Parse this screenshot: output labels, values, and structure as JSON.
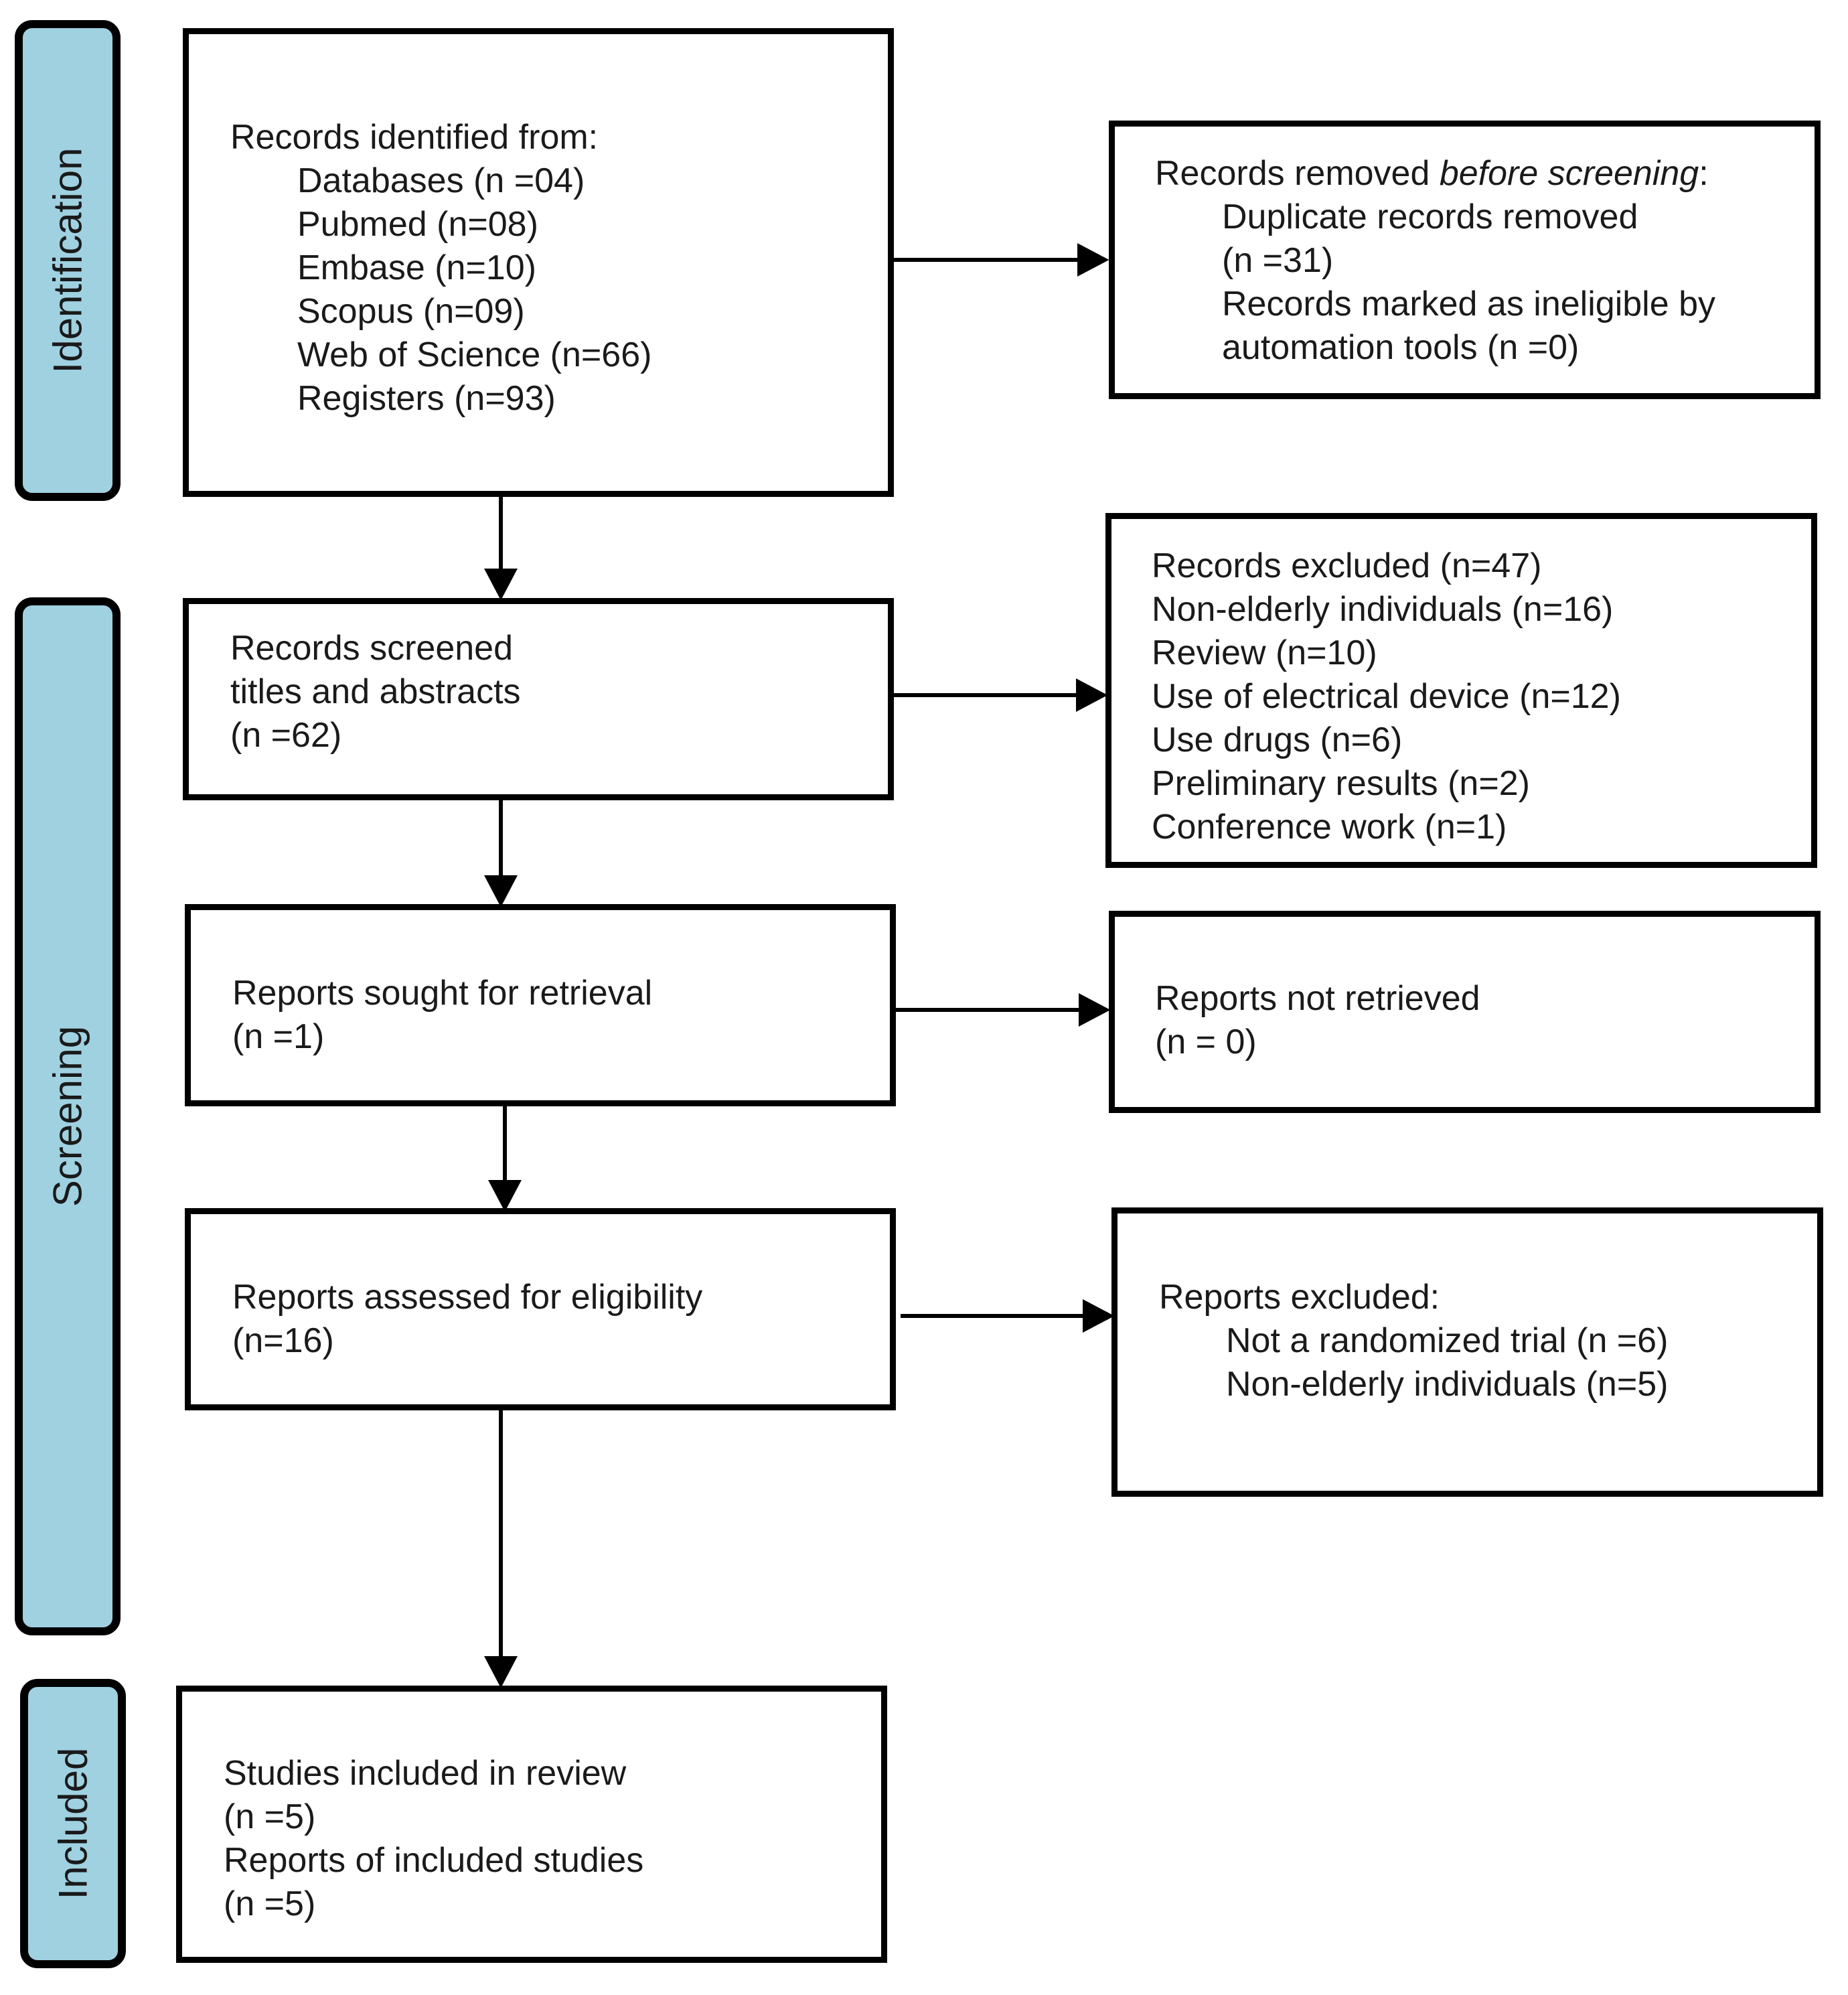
{
  "phases": {
    "identification": "Identification",
    "screening": "Screening",
    "included": "Included"
  },
  "identified": {
    "heading": "Records identified from:",
    "items": [
      "Databases (n =04)",
      "Pubmed (n=08)",
      "Embase (n=10)",
      "Scopus (n=09)",
      "Web of Science (n=66)",
      "Registers (n=93)"
    ]
  },
  "removed": {
    "heading_prefix": "Records removed ",
    "heading_italic": "before screening",
    "heading_suffix": ":",
    "items": [
      "Duplicate records removed",
      "(n =31)",
      "Records marked as ineligible by",
      "automation tools (n =0)"
    ]
  },
  "screened": {
    "lines": [
      "Records screened",
      "titles and abstracts",
      "(n =62)"
    ]
  },
  "excluded": {
    "lines": [
      "Records excluded (n=47)",
      "Non-elderly individuals (n=16)",
      "Review (n=10)",
      "Use of electrical device (n=12)",
      "Use drugs (n=6)",
      "Preliminary results (n=2)",
      "Conference work (n=1)"
    ]
  },
  "sought": {
    "lines": [
      "Reports sought for retrieval",
      "(n =1)"
    ]
  },
  "not_retrieved": {
    "lines": [
      "Reports not retrieved",
      "(n = 0)"
    ]
  },
  "assessed": {
    "lines": [
      "Reports assessed for eligibility",
      "(n=16)"
    ]
  },
  "reports_excluded": {
    "heading": "Reports excluded:",
    "items": [
      "Not a randomized trial (n =6)",
      "Non-elderly individuals (n=5)"
    ]
  },
  "included": {
    "lines": [
      "Studies included in review",
      "(n =5)",
      "Reports of included studies",
      "(n =5)"
    ]
  }
}
